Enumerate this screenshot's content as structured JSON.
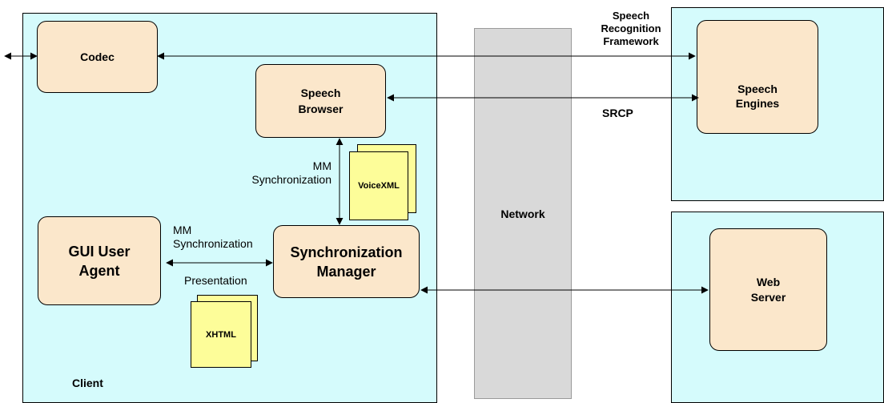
{
  "regions": {
    "client": "Client",
    "network": "Network"
  },
  "components": {
    "codec": "Codec",
    "speech_browser": [
      "Speech",
      "Browser"
    ],
    "gui_user_agent": [
      "GUI User",
      "Agent"
    ],
    "sync_manager": [
      "Synchronization",
      "Manager"
    ],
    "speech_engines": [
      "Speech",
      "Engines"
    ],
    "web_server": [
      "Web",
      "Server"
    ]
  },
  "documents": {
    "voicexml": "VoiceXML",
    "xhtml": "XHTML"
  },
  "labels": {
    "srf": [
      "Speech",
      "Recognition",
      "Framework"
    ],
    "srcp": "SRCP",
    "mm_sync_vertical": [
      "MM",
      "Synchronization"
    ],
    "mm_sync_horizontal": [
      "MM",
      "Synchronization"
    ],
    "presentation": "Presentation"
  },
  "colors": {
    "region_fill": "#d5fbfc",
    "component_fill": "#fbe7cb",
    "document_fill": "#fdfd99",
    "network_fill": "#d9d9d9"
  }
}
